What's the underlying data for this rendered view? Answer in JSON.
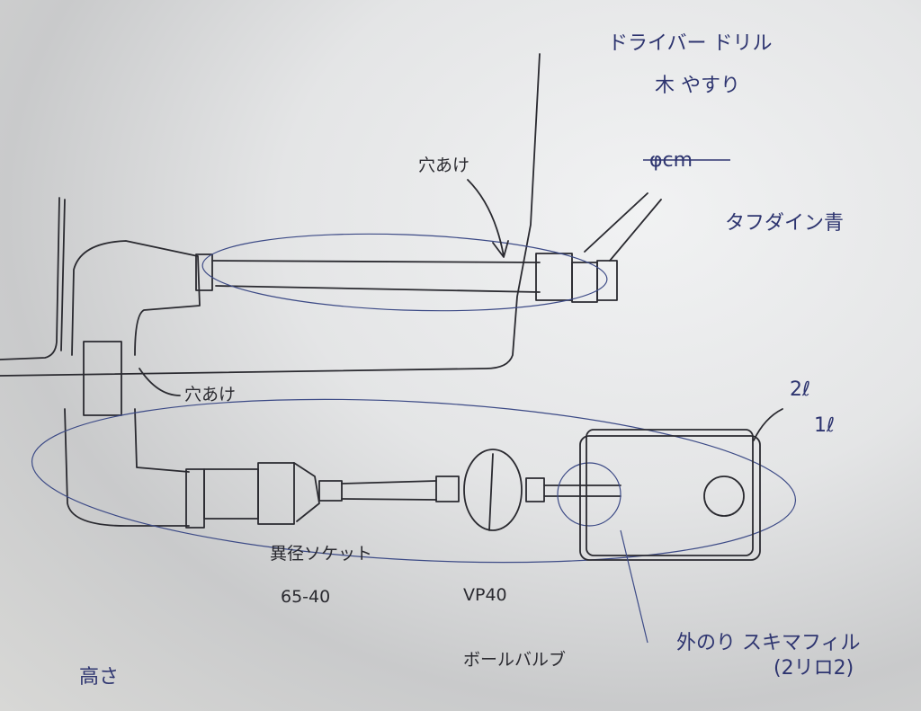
{
  "notes": {
    "tools_line1": "ドライバー ドリル",
    "tools_line2": "木 やすり",
    "struck_size": "φcm",
    "hose_label": "タフダイン青",
    "hole_upper": "穴あけ",
    "hole_lower": "穴あけ",
    "tank_2l": "2ℓ",
    "tank_1l": "1ℓ",
    "socket_line1": "異径ソケット",
    "socket_line2": "65-40",
    "pipe": "VP40",
    "valve": "ボールバルブ",
    "sealant_line1": "外のり スキマフィル",
    "sealant_line2": "(2リロ2)",
    "height": "高さ"
  }
}
